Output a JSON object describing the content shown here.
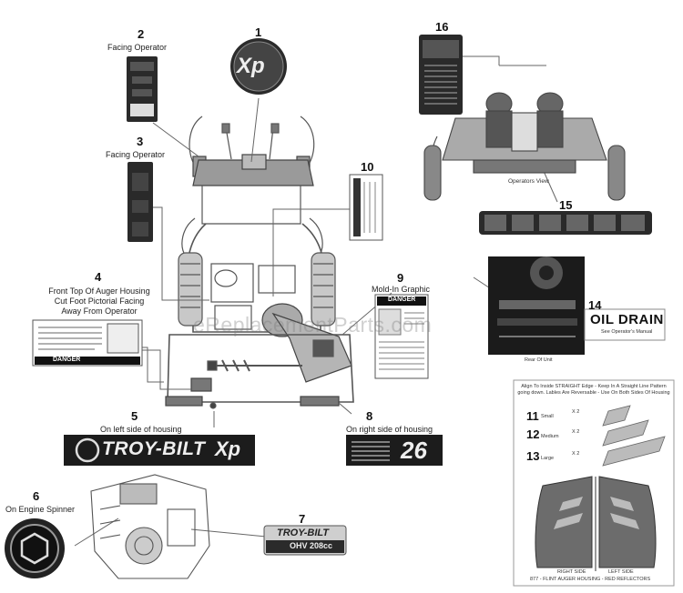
{
  "labels": [
    {
      "number": "1"
    },
    {
      "number": "2",
      "caption": "Facing Operator"
    },
    {
      "number": "3",
      "caption": "Facing Operator"
    },
    {
      "number": "4",
      "caption_lines": [
        "Front Top Of Auger Housing",
        "Cut Foot Pictorial Facing",
        "Away From Operator"
      ]
    },
    {
      "number": "5",
      "caption": "On left side of housing"
    },
    {
      "number": "6",
      "caption": "On Engine Spinner"
    },
    {
      "number": "7"
    },
    {
      "number": "8",
      "caption": "On right side of housing"
    },
    {
      "number": "9",
      "caption": "Mold-In Graphic"
    },
    {
      "number": "10"
    },
    {
      "number": "11"
    },
    {
      "number": "12"
    },
    {
      "number": "13"
    },
    {
      "number": "14"
    },
    {
      "number": "15"
    },
    {
      "number": "16"
    }
  ],
  "view_captions": {
    "operators_view": "Operators View",
    "rear_of_unit": "Rear Of Unit"
  },
  "oil_drain": {
    "title": "OIL DRAIN",
    "subtitle": "See Operator's Manual"
  },
  "brand": {
    "troy_bilt": "TROY-BILT",
    "xp": "Xp",
    "engine": "OHV 208cc"
  },
  "decal_26": "26",
  "danger": "DANGER",
  "watermark": "eReplacementParts.com",
  "reflector_panel": {
    "instructions": "Align To Inside STRAIGHT Edge - Keep In A Straight Line Pattern going down. Lables Are Reversable - Use On Both Sides Of Housing",
    "sizes": [
      "Small",
      "Medium",
      "Large"
    ],
    "qty": [
      "X 2",
      "X 2",
      "X 2"
    ],
    "side_labels": [
      "RIGHT SIDE",
      "LEFT SIDE"
    ],
    "footer": "877 - FLINT AUGER HOUSING - RED REFLECTORS"
  }
}
